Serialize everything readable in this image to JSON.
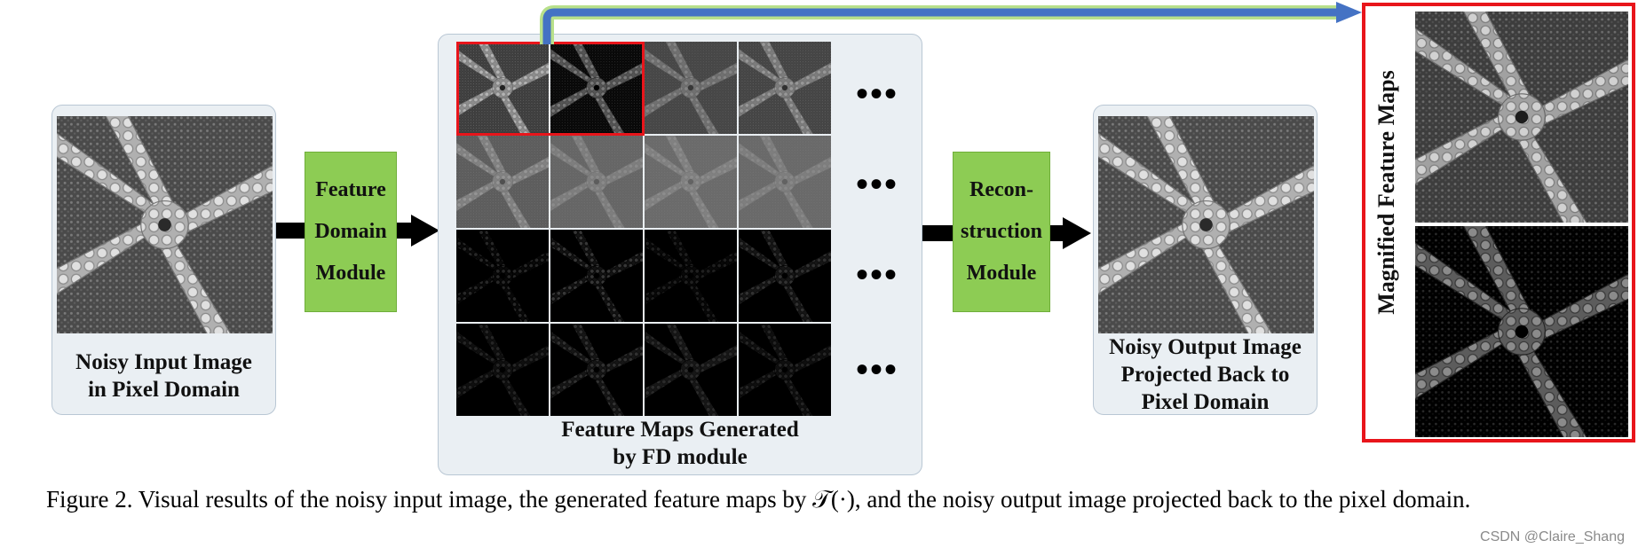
{
  "input_panel": {
    "label": "Noisy Input Image\nin Pixel Domain"
  },
  "fd_module": {
    "label": "Feature\nDomain\nModule"
  },
  "feature_panel": {
    "label": "Feature Maps Generated\nby FD module",
    "ellipsis": "•••"
  },
  "recon_module": {
    "label": "Recon-\nstruction\nModule"
  },
  "output_panel": {
    "label": "Noisy Output Image\nProjected Back to\nPixel Domain"
  },
  "magnified": {
    "label": "Magnified Feature Maps"
  },
  "caption": {
    "text": "Figure 2. Visual results of the noisy input image, the generated feature maps by 𝒯(·), and the noisy output image projected back to the pixel domain."
  },
  "watermark": {
    "text": "CSDN @Claire_Shang"
  },
  "colors": {
    "panel_bg": "#eaeff3",
    "module_green": "#8dcc54",
    "highlight_red": "#e8151b",
    "connector_blue": "#4472c4",
    "connector_glow": "#b8e08a"
  }
}
